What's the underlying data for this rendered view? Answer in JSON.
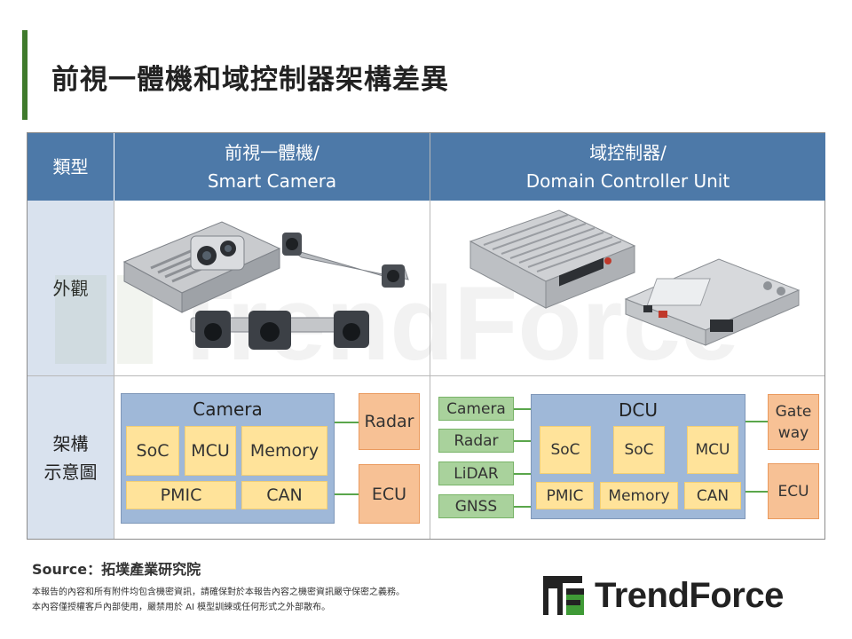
{
  "title": "前視一體機和域控制器架構差異",
  "table": {
    "header_type": "類型",
    "header_col1": [
      "前視一體機/",
      "Smart Camera"
    ],
    "header_col2": [
      "域控制器/",
      "Domain Controller Unit"
    ],
    "row_appearance": "外觀",
    "row_arch": [
      "架構",
      "示意圖"
    ]
  },
  "watermark_text": "TrendForce",
  "smart_camera_diagram": {
    "group_title": "Camera",
    "chips": [
      "SoC",
      "MCU",
      "Memory",
      "PMIC",
      "CAN"
    ],
    "outputs": [
      "Radar",
      "ECU"
    ]
  },
  "dcu_diagram": {
    "inputs": [
      "Camera",
      "Radar",
      "LiDAR",
      "GNSS"
    ],
    "group_title": "DCU",
    "chips": [
      "SoC",
      "SoC",
      "MCU",
      "PMIC",
      "Memory",
      "CAN"
    ],
    "outputs": [
      "Gate way",
      "ECU"
    ]
  },
  "footer": {
    "source": "Source：拓墣產業研究院",
    "note1": "本報告的內容和所有附件均包含機密資訊，請確保對於本報告內容之機密資訊嚴守保密之義務。",
    "note2": "本內容僅授權客戶內部使用，嚴禁用於 AI 模型訓練或任何形式之外部散布。",
    "logo": "TrendForce"
  },
  "colors": {
    "accent": "#3f7a2c",
    "header_blue": "#4d79a8",
    "label_bg": "#d9e2ee",
    "group_blue": "#9fb8d8",
    "chip_yellow": "#ffe39a",
    "output_orange": "#f7c195",
    "input_green": "#a9d29c"
  }
}
